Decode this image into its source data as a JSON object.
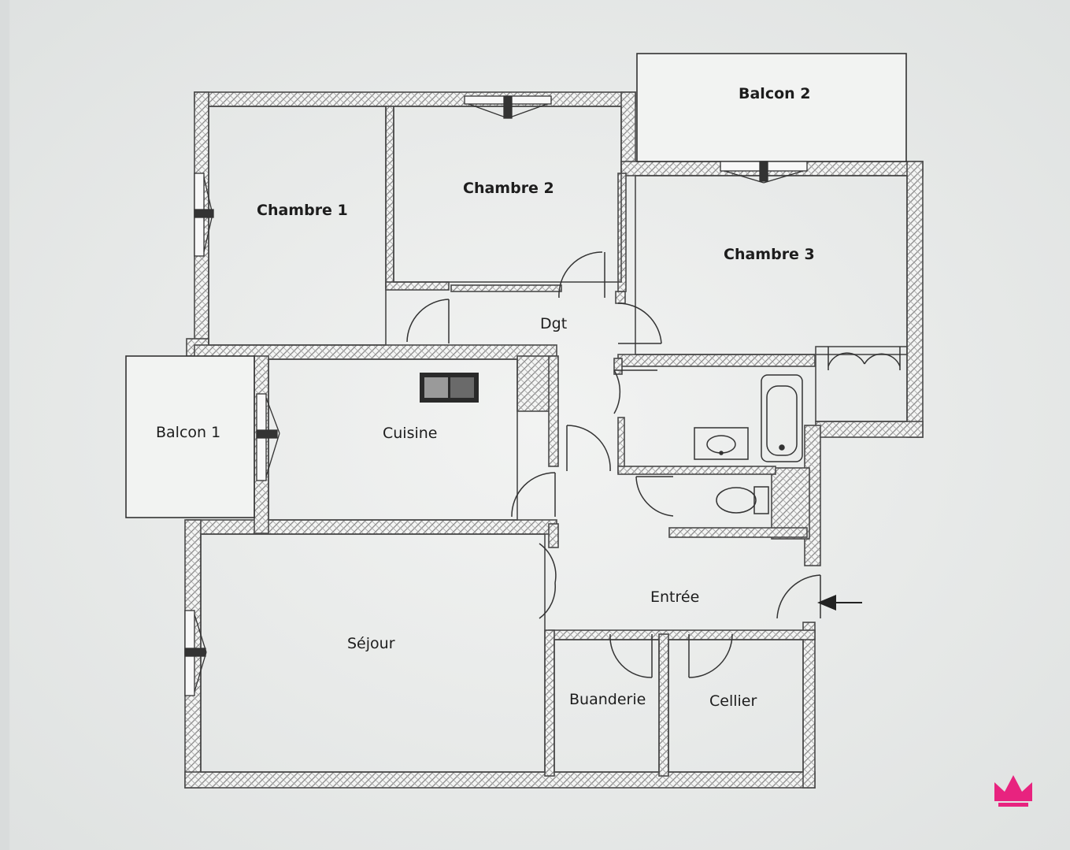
{
  "plan": {
    "rooms": {
      "chambre_1": "Chambre 1",
      "chambre_2": "Chambre 2",
      "chambre_3": "Chambre 3",
      "balcon_1": "Balcon 1",
      "balcon_2": "Balcon 2",
      "dgt": "Dgt",
      "cuisine": "Cuisine",
      "sejour": "Séjour",
      "entree": "Entrée",
      "buanderie": "Buanderie",
      "cellier": "Cellier"
    }
  },
  "colors": {
    "background": "#d9dcdc",
    "sheet": "#eef0ef",
    "wall_outline": "#555555",
    "hatch": "#8a8a8a",
    "brand_mark": "#e8237f"
  },
  "icons": [
    "entrance-arrow-icon",
    "crown-logo-icon",
    "sink-icon",
    "bathtub-icon",
    "washbasin-icon",
    "toilet-icon"
  ]
}
